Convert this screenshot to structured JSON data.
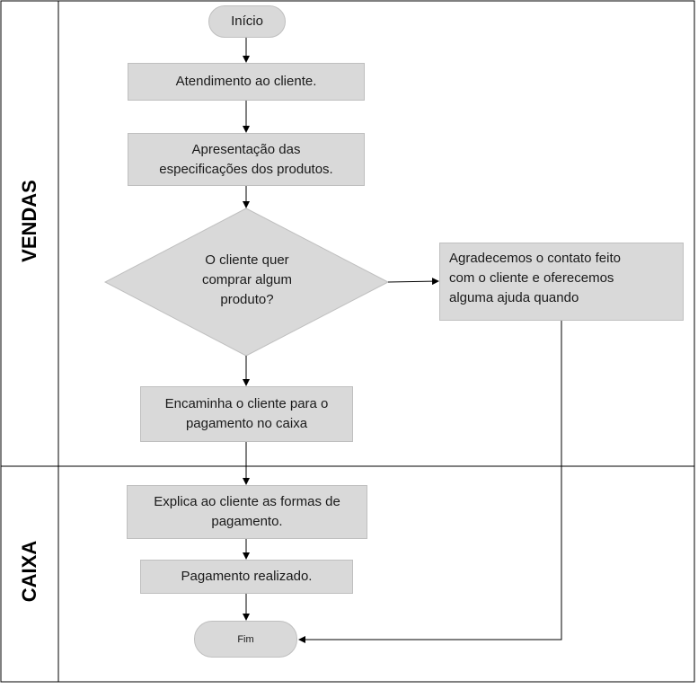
{
  "lanes": [
    {
      "label": "VENDAS"
    },
    {
      "label": "CAIXA"
    }
  ],
  "nodes": {
    "start": "Início",
    "attend": "Atendimento ao cliente.",
    "present": "Apresentação das\nespecificações dos produtos.",
    "decision": "O cliente quer\ncomprar algum\nproduto?",
    "thanks": "Agradecemos o contato feito\ncom o cliente e oferecemos\nalguma ajuda quando",
    "forward": "Encaminha o cliente para o\npagamento no caixa",
    "explain": "Explica ao cliente as formas de\npagamento.",
    "payment": "Pagamento realizado.",
    "end": "Fim"
  },
  "colors": {
    "shape_fill": "#d9d9d9",
    "shape_border": "#bfbfbf",
    "line": "#000000"
  }
}
